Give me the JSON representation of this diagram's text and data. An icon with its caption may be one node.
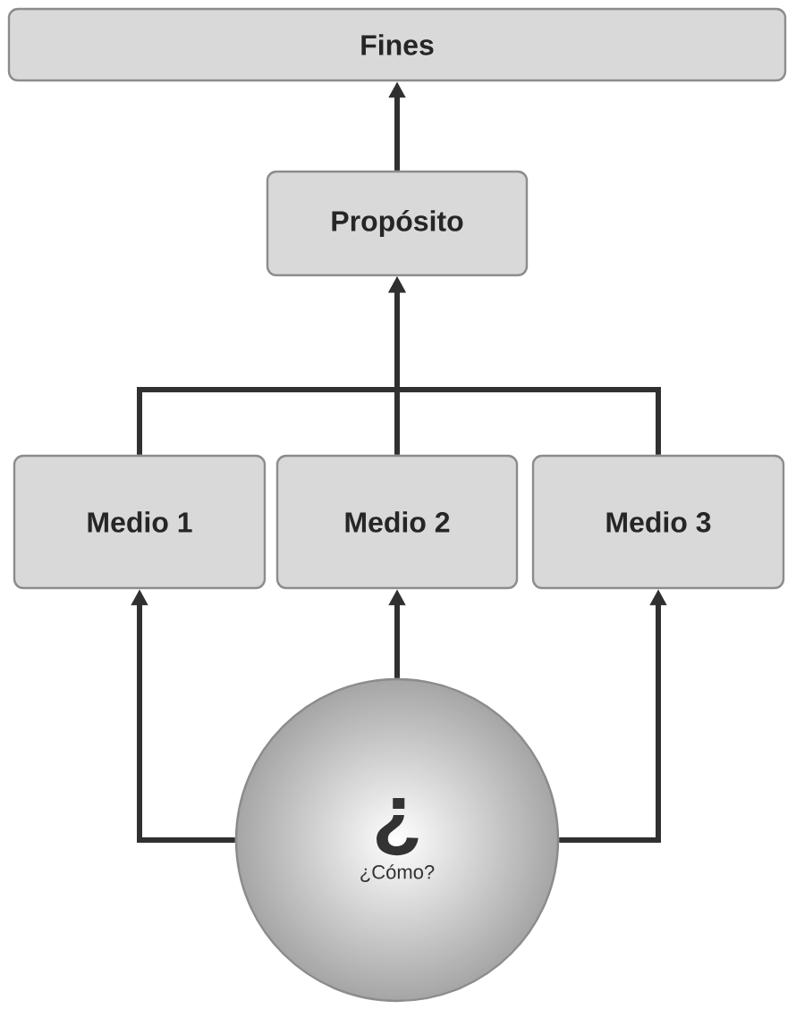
{
  "diagram": {
    "nodes": [
      {
        "text": [
          "Fines"
        ]
      },
      {
        "text": [
          "Propósito"
        ]
      },
      {
        "text": [
          "Medio 1"
        ]
      },
      {
        "text": [
          "Medio 2"
        ]
      },
      {
        "text": [
          "Medio 3"
        ]
      },
      {
        "text": [
          "¿",
          "¿Cómo?"
        ]
      }
    ],
    "edges": [
      {
        "from": 1,
        "to": 0,
        "arrow": "to"
      },
      {
        "from": 2,
        "to": 1,
        "arrow": "to"
      },
      {
        "from": 3,
        "to": 1,
        "arrow": "to"
      },
      {
        "from": 4,
        "to": 1,
        "arrow": "to"
      },
      {
        "from": 5,
        "to": 2,
        "arrow": "to"
      },
      {
        "from": 5,
        "to": 3,
        "arrow": "to"
      },
      {
        "from": 5,
        "to": 4,
        "arrow": "to"
      }
    ]
  }
}
